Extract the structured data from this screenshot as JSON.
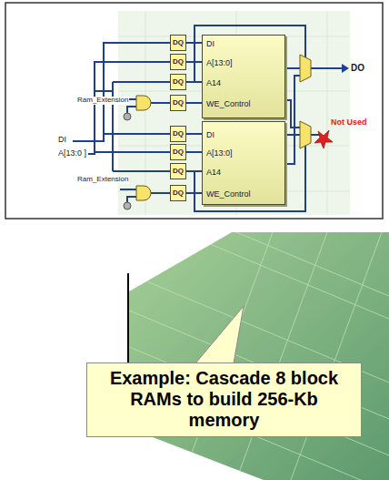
{
  "diagram": {
    "nodes": [
      {
        "text": [
          "DQ"
        ]
      },
      {
        "text": [
          "DQ"
        ]
      },
      {
        "text": [
          "DQ"
        ]
      },
      {
        "text": [
          "DQ"
        ]
      },
      {
        "text": [
          "DI",
          "A[13:0]",
          "A14",
          "WE_Control"
        ]
      },
      {
        "text": [
          "DQ"
        ]
      },
      {
        "text": [
          "DQ"
        ]
      },
      {
        "text": [
          "DQ"
        ]
      },
      {
        "text": [
          "DQ"
        ]
      },
      {
        "text": [
          "DI",
          "A[13:0]",
          "A14",
          "WE_Control"
        ]
      },
      {
        "text": [
          "Example: Cascade 8 block RAMs to build 256-Kb memory"
        ]
      }
    ],
    "edges": [
      {
        "from": 0,
        "to": 4,
        "arrow": "none"
      },
      {
        "from": 1,
        "to": 4,
        "arrow": "none"
      },
      {
        "from": 2,
        "to": 4,
        "arrow": "none"
      },
      {
        "from": 3,
        "to": 4,
        "arrow": "none"
      },
      {
        "from": 5,
        "to": 9,
        "arrow": "none"
      },
      {
        "from": 6,
        "to": 9,
        "arrow": "none"
      },
      {
        "from": 7,
        "to": 9,
        "arrow": "none"
      },
      {
        "from": 8,
        "to": 9,
        "arrow": "none"
      }
    ],
    "labels": [
      "DI",
      "A[13:0 ]",
      "Ram_Extension",
      "Ram_Extension",
      "DO",
      "Not Used"
    ]
  }
}
